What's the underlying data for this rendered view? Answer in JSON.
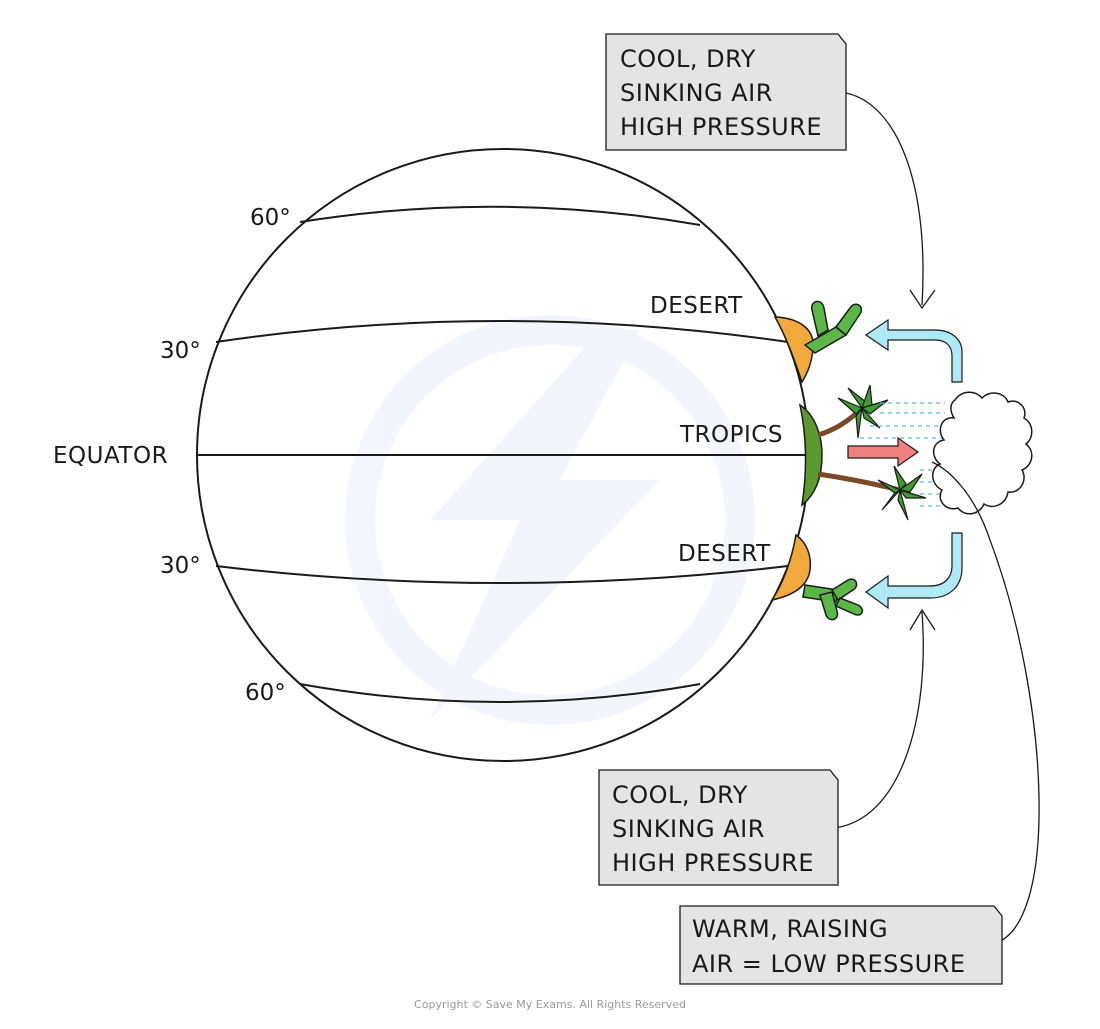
{
  "labels": {
    "equator": "EQUATOR",
    "lat_30_north": "30°",
    "lat_30_south": "30°",
    "lat_60_north": "60°",
    "lat_60_south": "60°",
    "desert_north": "DESERT",
    "desert_south": "DESERT",
    "tropics": "TROPICS"
  },
  "callouts": {
    "top": {
      "line1": "COOL, DRY",
      "line2": "SINKING AIR",
      "line3": "HIGH PRESSURE"
    },
    "middle": {
      "line1": "COOL, DRY",
      "line2": "SINKING AIR",
      "line3": "HIGH PRESSURE"
    },
    "bottom": {
      "line1": "WARM, RAISING",
      "line2": "AIR = LOW PRESSURE"
    }
  },
  "copyright": "Copyright © Save My Exams. All Rights Reserved",
  "colors": {
    "desert": "#f2a93b",
    "tropics": "#5a9a2e",
    "cactus": "#5bb847",
    "airflow": "#aee9f5",
    "warm_arrow": "#f08080",
    "callout_fill": "#e4e4e4"
  }
}
